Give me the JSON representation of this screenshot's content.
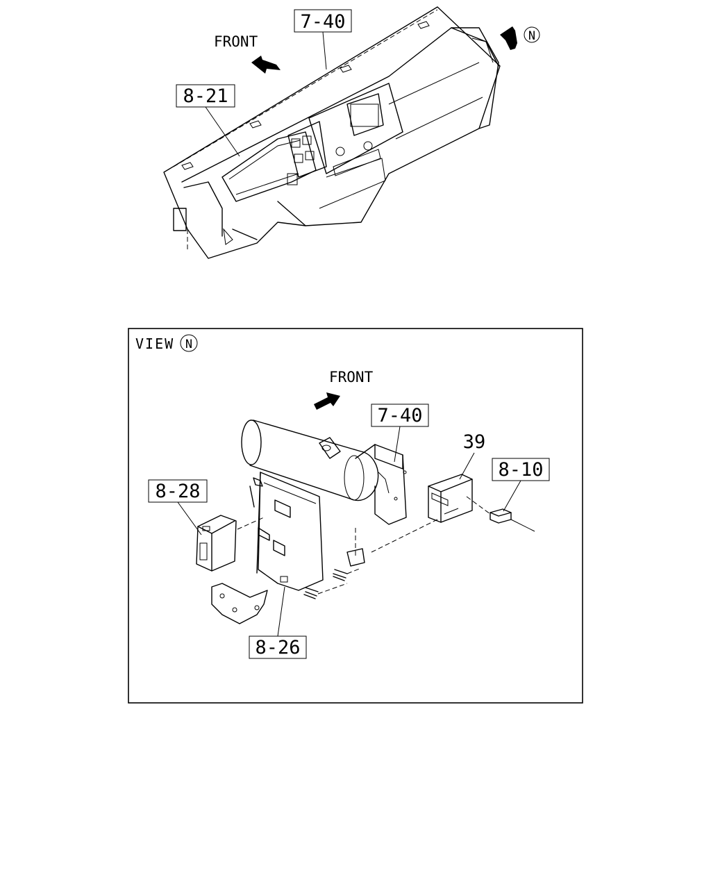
{
  "upper_view": {
    "front_label": "FRONT",
    "callouts": {
      "ref_7_40": "7-40",
      "ref_8_21": "8-21"
    },
    "view_marker": "N"
  },
  "detail_view": {
    "title": "VIEW",
    "view_marker": "N",
    "front_label": "FRONT",
    "callouts": {
      "ref_7_40": "7-40",
      "ref_8_28": "8-28",
      "ref_8_26": "8-26",
      "ref_8_10": "8-10",
      "part_39": "39"
    }
  }
}
